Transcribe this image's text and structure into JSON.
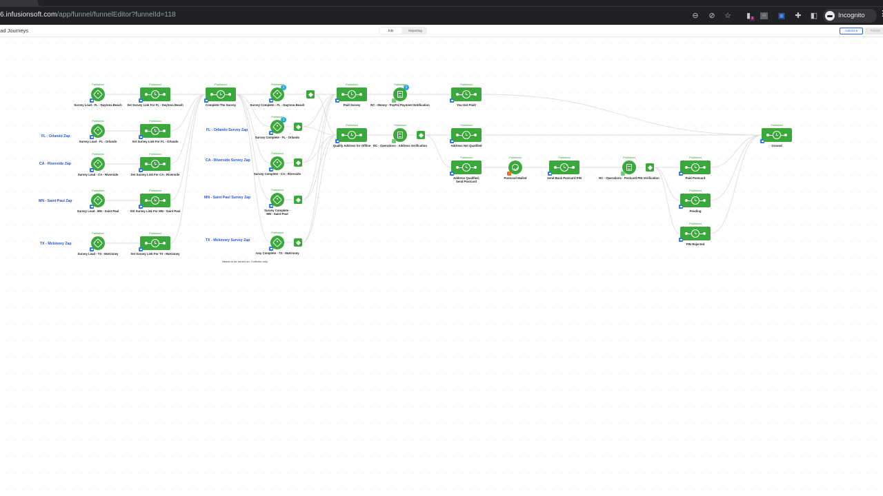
{
  "browser": {
    "url_host": "6.infusionsoft.com",
    "url_path": "/app/funnel/funnelEditor?funnelId=118",
    "profile_label": "Incognito",
    "extension_badge": "3",
    "icons": [
      "zoom-out-icon",
      "eye-off-icon",
      "star-icon",
      "extension-icon",
      "code-icon",
      "extension-icon",
      "puzzle-icon",
      "sidepanel-icon"
    ]
  },
  "app": {
    "title": "ead Journeys",
    "mode_toggle": {
      "active": "Edit",
      "inactive": "Reporting"
    },
    "actions_label": "Actions ▾",
    "publish_label": "Publish"
  },
  "status_label": "Published",
  "zap_labels": [
    {
      "text": "FL - Orlando Zap"
    },
    {
      "text": "CA - Riverside Zap"
    },
    {
      "text": "MN - Saint Paul Zap"
    },
    {
      "text": "TX - Mckinney Zap"
    },
    {
      "text": "FL - Orlando Survey Zap"
    },
    {
      "text": "CA - Riverside Survey Zap"
    },
    {
      "text": "MN - Saint Paul Survey Zap"
    },
    {
      "text": "TX - Mckinney Survey Zap"
    }
  ],
  "note": "Needs to be turned on. Collector only",
  "nodes": [
    {
      "id": "n1",
      "type": "tag",
      "label": "Survey Lead - FL - Daytona Beach",
      "badge": "blue"
    },
    {
      "id": "n2",
      "type": "timer",
      "label": "Set Survey Link For FL - Daytona Beach",
      "badge": "blue"
    },
    {
      "id": "n3",
      "type": "tag",
      "label": "Survey Lead - FL - Orlando",
      "badge": "blue"
    },
    {
      "id": "n4",
      "type": "timer",
      "label": "Set Survey Link For FL - Orlando",
      "badge": "blue"
    },
    {
      "id": "n5",
      "type": "tag",
      "label": "Survey Lead - CA - Riverside",
      "badge": "blue"
    },
    {
      "id": "n6",
      "type": "timer",
      "label": "Set Survey Link For CA - Riverside",
      "badge": "blue"
    },
    {
      "id": "n7",
      "type": "tag",
      "label": "Survey Lead - MN - Saint Paul",
      "badge": "blue"
    },
    {
      "id": "n8",
      "type": "timer",
      "label": "Set Survey Link For MN - Saint Paul",
      "badge": "blue"
    },
    {
      "id": "n9",
      "type": "tag",
      "label": "Survey Lead - TX - McKinney",
      "badge": "blue"
    },
    {
      "id": "n10",
      "type": "timer",
      "label": "Set Survey Link For TX - McKinney",
      "badge": "blue"
    },
    {
      "id": "n11",
      "type": "timer",
      "label": "Complete The Survey",
      "badge": "blue"
    },
    {
      "id": "n12",
      "type": "tag",
      "label": "Survey Complete - FL - Daytona Beach",
      "badge": "blue",
      "notif": "1"
    },
    {
      "id": "n13",
      "type": "tag",
      "label": "Survey Complete - FL - Orlando",
      "badge": "blue",
      "notif": "1"
    },
    {
      "id": "n14",
      "type": "tag",
      "label": "Survey Complete - CA - Riverside",
      "badge": "blue"
    },
    {
      "id": "n15",
      "type": "tag",
      "label": "Survey Complete - MN - Saint Paul",
      "badge": "blue"
    },
    {
      "id": "n16",
      "type": "tag",
      "label": "rvey Complete - TX - McKinney",
      "badge": "blue"
    },
    {
      "id": "n17",
      "type": "timer",
      "label": "Paid Survey",
      "badge": "blue"
    },
    {
      "id": "n18",
      "type": "timer",
      "label": "Qualify Address for Offline",
      "badge": "blue"
    },
    {
      "id": "n19",
      "type": "doc",
      "label": "RC - Money - PayPal Payment Notification",
      "badge": "green",
      "notif": "1"
    },
    {
      "id": "n20",
      "type": "doc",
      "label": "RC - Operations - Address Verification",
      "badge": "green"
    },
    {
      "id": "n21",
      "type": "timer",
      "label": "You Got Paid!",
      "badge": "blue"
    },
    {
      "id": "n22",
      "type": "timer",
      "label": "Address Not Qualified",
      "badge": "blue"
    },
    {
      "id": "n23",
      "type": "timer",
      "label": "Address Qualified, Send Postcard",
      "badge": "blue"
    },
    {
      "id": "n24",
      "type": "check",
      "label": "Postcard Mailed",
      "badge": "orange"
    },
    {
      "id": "n25",
      "type": "timer",
      "label": "Send Back Postcard PIN",
      "badge": "blue"
    },
    {
      "id": "n26",
      "type": "doc",
      "label": "RC - Operations - Postcard PIN Verification",
      "badge": "green"
    },
    {
      "id": "n27",
      "type": "timer",
      "label": "Paid Postcard",
      "badge": "blue"
    },
    {
      "id": "n28",
      "type": "timer",
      "label": "Pending",
      "badge": "blue"
    },
    {
      "id": "n29",
      "type": "timer",
      "label": "PIN Rejected",
      "badge": "blue"
    },
    {
      "id": "n30",
      "type": "timer",
      "label": "Ground",
      "badge": "blue"
    }
  ]
}
